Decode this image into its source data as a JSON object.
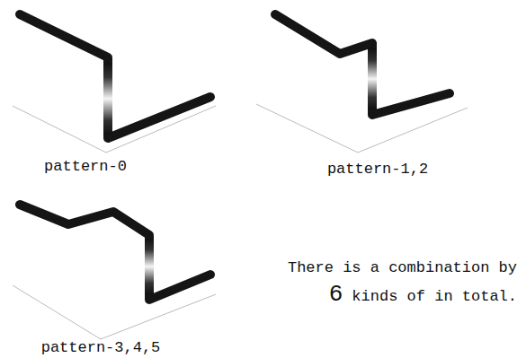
{
  "diagram": {
    "labels": [
      "pattern-0",
      "pattern-1,2",
      "pattern-3,4,5",
      "There is a combination by",
      "6",
      "kinds of in total."
    ]
  }
}
